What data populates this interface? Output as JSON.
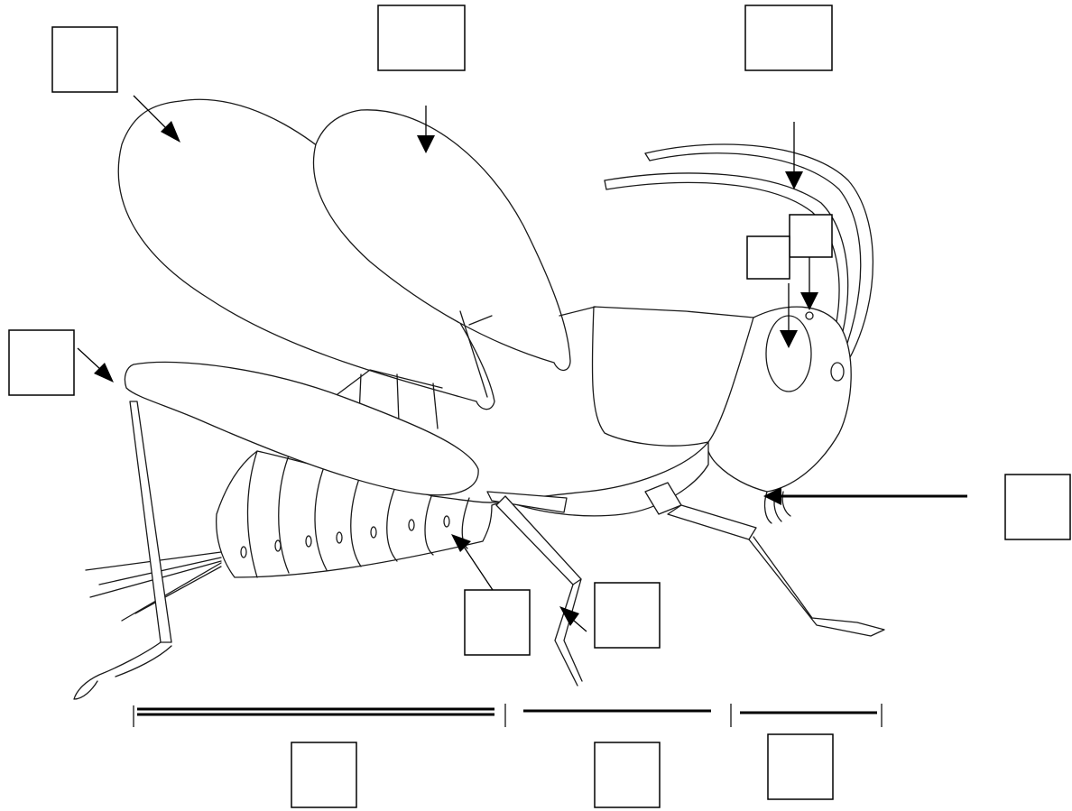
{
  "diagram": {
    "subject": "grasshopper",
    "label_boxes": [
      {
        "id": "hind-wing",
        "text": ""
      },
      {
        "id": "fore-wing",
        "text": ""
      },
      {
        "id": "antenna",
        "text": ""
      },
      {
        "id": "simple-eye",
        "text": ""
      },
      {
        "id": "compound-eye",
        "text": ""
      },
      {
        "id": "femur-joint",
        "text": ""
      },
      {
        "id": "mouthparts",
        "text": ""
      },
      {
        "id": "spiracle",
        "text": ""
      },
      {
        "id": "leg-claw",
        "text": ""
      },
      {
        "id": "abdomen",
        "text": ""
      },
      {
        "id": "thorax",
        "text": ""
      },
      {
        "id": "head",
        "text": ""
      }
    ]
  }
}
